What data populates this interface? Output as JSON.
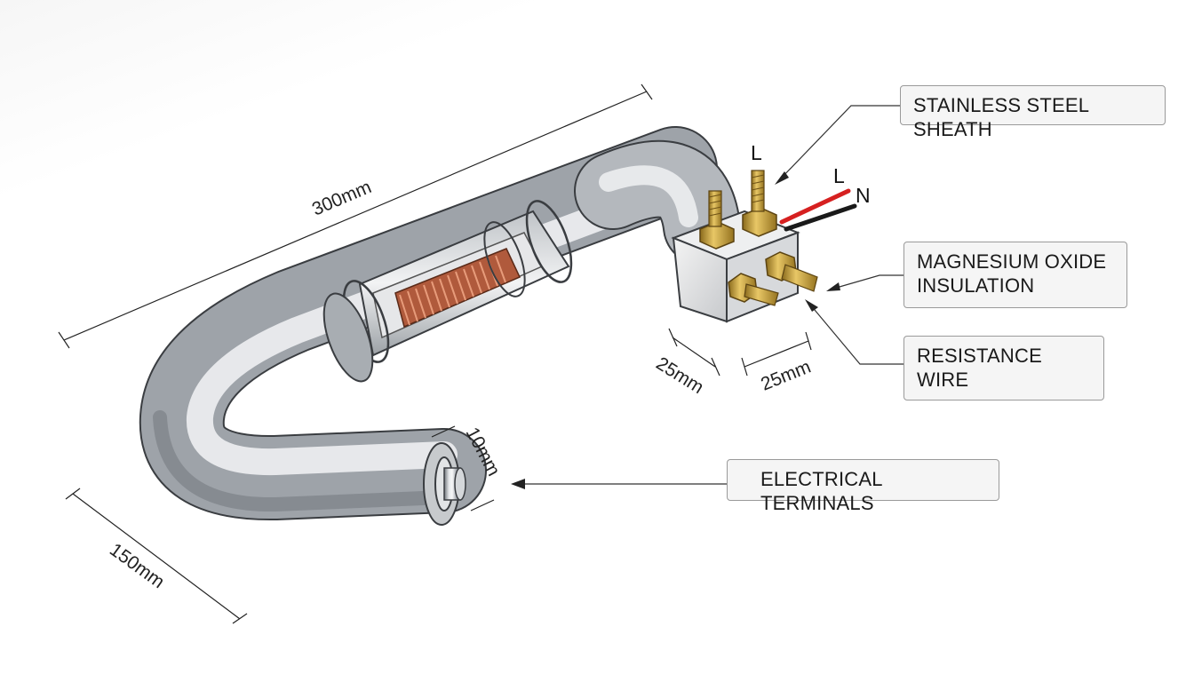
{
  "labels": {
    "sheath": "STAINLESS STEEL SHEATH",
    "mgo_line1": "MAGNESIUM OXIDE",
    "mgo_line2": "INSULATION",
    "wire": "RESISTANCE WIRE",
    "terminals": "ELECTRICAL TERMINALS"
  },
  "dimensions": {
    "length": "300mm",
    "width": "150mm",
    "diameter": "10mm",
    "block_depth": "25mm",
    "block_width": "25mm"
  },
  "terminal_marks": {
    "live_1": "L",
    "live_2": "L",
    "neutral": "N"
  },
  "colors": {
    "steel": "#b8bcc0",
    "copper_coil": "#c0694a",
    "brass": "#c9a23a",
    "wire_red": "#d62020",
    "wire_black": "#1a1a1a"
  }
}
